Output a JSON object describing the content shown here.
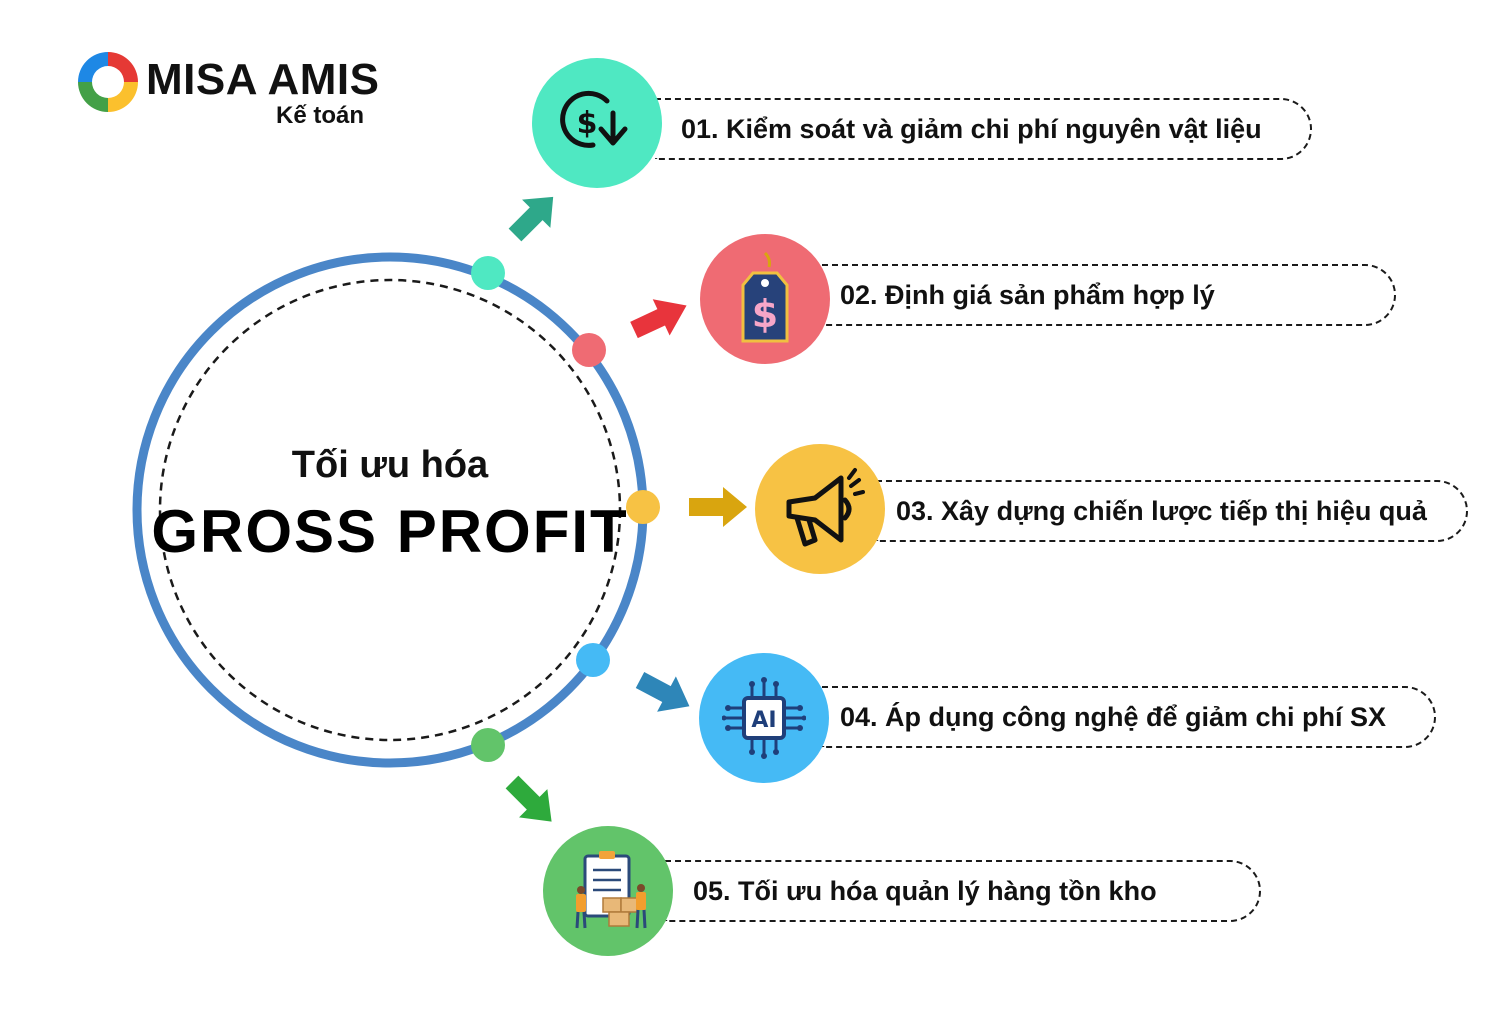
{
  "logo": {
    "brand": "MISA AMIS",
    "sub": "Kế toán",
    "colors": [
      "#e53935",
      "#1e88e5",
      "#fbc02d",
      "#43a047"
    ]
  },
  "center": {
    "line1": "Tối ưu hóa",
    "line2": "GROSS PROFIT",
    "ring_color": "#4a86c8"
  },
  "items": [
    {
      "label": "01. Kiểm soát và giảm chi phí nguyên vật liệu",
      "icon": "dollar-down-icon",
      "color": "#4fe8c2",
      "arrow_color": "#2ea88a"
    },
    {
      "label": "02. Định giá sản phẩm hợp lý",
      "icon": "price-tag-icon",
      "color": "#ef6b73",
      "arrow_color": "#e8343c"
    },
    {
      "label": "03. Xây dựng chiến lược tiếp thị hiệu quả",
      "icon": "megaphone-icon",
      "color": "#f7c244",
      "arrow_color": "#d9a50f"
    },
    {
      "label": "04. Áp dụng công nghệ để giảm chi phí SX",
      "icon": "ai-chip-icon",
      "color": "#45baf5",
      "arrow_color": "#2e86b8",
      "icon_text": "AI"
    },
    {
      "label": "05. Tối ưu hóa quản lý hàng tồn kho",
      "icon": "inventory-icon",
      "color": "#62c46a",
      "arrow_color": "#2eaa3c"
    }
  ]
}
